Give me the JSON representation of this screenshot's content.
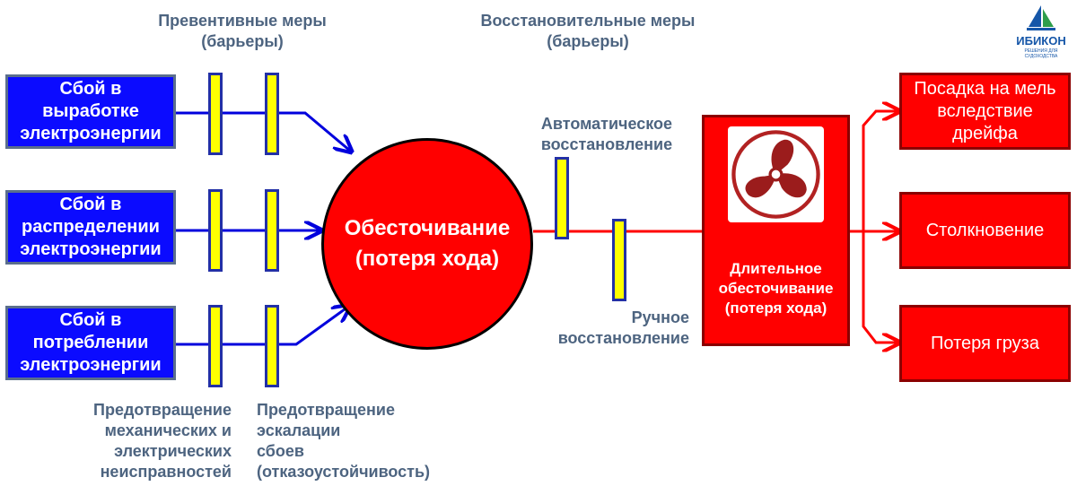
{
  "labels": {
    "preventive": "Превентивные меры\n(барьеры)",
    "recovery": "Восстановительные меры\n(барьеры)",
    "auto_recovery": "Автоматическое\nвосстановление",
    "manual_recovery": "Ручное\nвосстановление",
    "prevent_mech": "Предотвращение\nмеханических и\nэлектрических\nнеисправностей",
    "prevent_esc": "Предотвращение\nэскалации\nсбоев\n(отказоустойчивость)"
  },
  "causes": [
    {
      "text": "Сбой в\nвыработке\nэлектроэнергии"
    },
    {
      "text": "Сбой в\nраспределении\nэлектроэнергии"
    },
    {
      "text": "Сбой в\nпотреблении\nэлектроэнергии"
    }
  ],
  "event": {
    "text": "Обесточивание\n(потеря хода)"
  },
  "escalation": {
    "text": "Длительное\nобесточивание\n(потеря хода)",
    "icon": "fan-icon"
  },
  "outcomes": [
    {
      "text": "Посадка на мель\nвследствие\nдрейфа"
    },
    {
      "text": "Столкновение"
    },
    {
      "text": "Потеря груза"
    }
  ],
  "logo": {
    "name": "ИБИКОН",
    "tagline": "РЕШЕНИЯ ДЛЯ СУДОХОДСТВА"
  },
  "colors": {
    "cause_fill": "#0b0bff",
    "barrier_fill": "#ffff00",
    "barrier_border": "#2330a6",
    "event_fill": "#ff0000",
    "label_text": "#4d6480",
    "cause_arrow": "#0000dd",
    "outcome_arrow": "#ff0000"
  }
}
